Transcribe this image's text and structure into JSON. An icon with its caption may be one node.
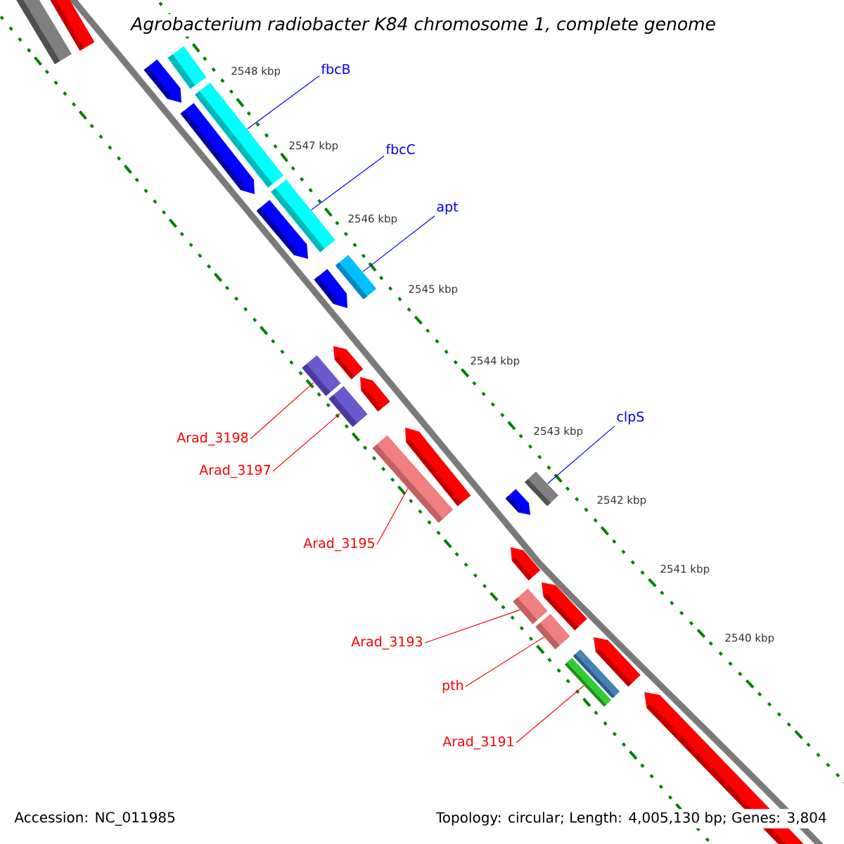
{
  "diagram": {
    "title": "Agrobacterium radiobacter K84 chromosome 1, complete genome",
    "nodes": [
      {
        "text": [
          "fbcB"
        ]
      },
      {
        "text": [
          "fbcC"
        ]
      },
      {
        "text": [
          "apt"
        ]
      },
      {
        "text": [
          "clpS"
        ]
      },
      {
        "text": [
          "Arad_3198"
        ]
      },
      {
        "text": [
          "Arad_3197"
        ]
      },
      {
        "text": [
          "Arad_3195"
        ]
      },
      {
        "text": [
          "Arad_3193"
        ]
      },
      {
        "text": [
          "pth"
        ]
      },
      {
        "text": [
          "Arad_3191"
        ]
      },
      {
        "text": [],
        "shape": "box"
      },
      {
        "text": [],
        "shape": "box"
      },
      {
        "text": [],
        "shape": "box"
      },
      {
        "text": [],
        "shape": "box"
      },
      {
        "text": [],
        "shape": "box"
      },
      {
        "text": [],
        "shape": "box"
      },
      {
        "text": [],
        "shape": "box"
      },
      {
        "text": [],
        "shape": "box"
      },
      {
        "text": [],
        "shape": "box"
      },
      {
        "text": [],
        "shape": "box"
      }
    ],
    "edges": [
      {
        "from": 0,
        "to": 10,
        "arrow": "none",
        "color": "#0000ff"
      },
      {
        "from": 1,
        "to": 11,
        "arrow": "none",
        "color": "#0000ff"
      },
      {
        "from": 2,
        "to": 12,
        "arrow": "none",
        "color": "#0000ff"
      },
      {
        "from": 3,
        "to": 13,
        "arrow": "none",
        "color": "#0000ff"
      },
      {
        "from": 4,
        "to": 14,
        "arrow": "none",
        "color": "#ff0000"
      },
      {
        "from": 5,
        "to": 15,
        "arrow": "none",
        "color": "#ff0000"
      },
      {
        "from": 6,
        "to": 16,
        "arrow": "none",
        "color": "#ff0000"
      },
      {
        "from": 7,
        "to": 17,
        "arrow": "none",
        "color": "#ff0000"
      },
      {
        "from": 8,
        "to": 18,
        "arrow": "none",
        "color": "#ff0000"
      },
      {
        "from": 9,
        "to": 19,
        "arrow": "none",
        "color": "#ff0000"
      }
    ],
    "labels": [
      "2548 kbp",
      "2547 kbp",
      "2546 kbp",
      "2545 kbp",
      "2544 kbp",
      "2543 kbp",
      "2542 kbp",
      "2541 kbp",
      "2540 kbp",
      "Accession: NC_011985",
      "Topology: circular; Length: 4,005,130 bp; Genes: 3,804"
    ]
  }
}
